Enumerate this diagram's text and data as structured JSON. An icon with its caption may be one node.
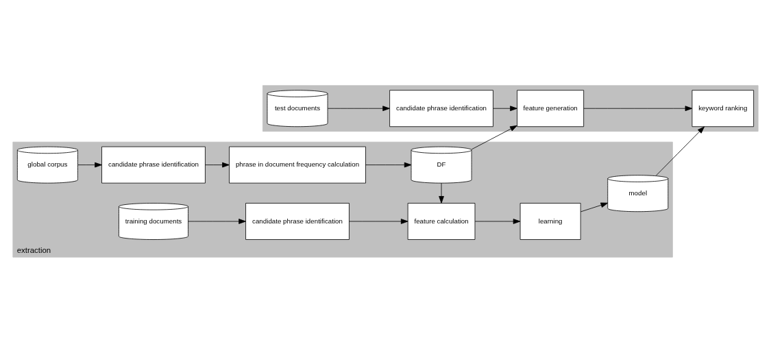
{
  "diagram": {
    "nodes": [
      {
        "text": [
          "extraction"
        ]
      },
      {
        "text": [
          "training documents"
        ],
        "in": 0
      },
      {
        "text": [
          "candidate phrase identification"
        ],
        "in": 0
      },
      {
        "text": [
          "feature calculation"
        ],
        "in": 0
      },
      {
        "text": [
          "learning"
        ],
        "in": 0
      },
      {
        "text": [
          "model"
        ],
        "in": 0
      },
      {
        "text": [
          "global corpus"
        ],
        "in": 0
      },
      {
        "text": [
          "candidate phrase identification"
        ],
        "in": 0
      },
      {
        "text": [
          "phrase in document frequency calculation"
        ],
        "in": 0
      },
      {
        "text": [
          "DF"
        ],
        "in": 0
      },
      {
        "text": [],
        "shape": "box"
      },
      {
        "text": [
          "test documents"
        ],
        "in": 10
      },
      {
        "text": [
          "candidate phrase identification"
        ],
        "in": 10
      },
      {
        "text": [
          "feature generation"
        ],
        "in": 10
      },
      {
        "text": [
          "keyword ranking"
        ],
        "in": 10
      }
    ],
    "edges": [
      {
        "from": 1,
        "to": 2,
        "arrow": "to"
      },
      {
        "from": 2,
        "to": 3,
        "arrow": "to"
      },
      {
        "from": 3,
        "to": 4,
        "arrow": "to"
      },
      {
        "from": 4,
        "to": 5,
        "arrow": "to"
      },
      {
        "from": 6,
        "to": 7,
        "arrow": "to"
      },
      {
        "from": 7,
        "to": 8,
        "arrow": "to"
      },
      {
        "from": 8,
        "to": 9,
        "arrow": "to"
      },
      {
        "from": 9,
        "to": 3,
        "arrow": "to"
      },
      {
        "from": 9,
        "to": 13,
        "arrow": "to"
      },
      {
        "from": 5,
        "to": 14,
        "arrow": "to"
      },
      {
        "from": 11,
        "to": 12,
        "arrow": "to"
      },
      {
        "from": 12,
        "to": 13,
        "arrow": "to"
      },
      {
        "from": 13,
        "to": 14,
        "arrow": "to"
      }
    ]
  }
}
